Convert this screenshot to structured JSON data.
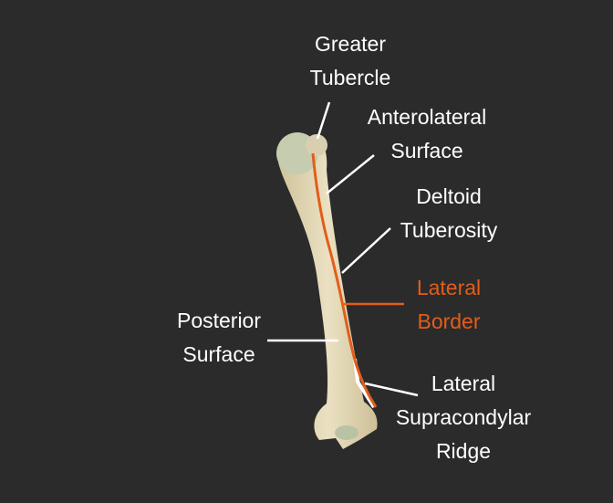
{
  "title": "Humerus - Lateral Border",
  "colors": {
    "background": "#2b2b2b",
    "bone": "#e3d9b8",
    "cartilage": "#c5ccb0",
    "highlight": "#e35d1b",
    "label": "#ffffff"
  },
  "labels": {
    "greater_tubercle": [
      "Greater",
      "Tubercle"
    ],
    "anterolateral_surface": [
      "Anterolateral",
      "Surface"
    ],
    "deltoid_tuberosity": [
      "Deltoid",
      "Tuberosity"
    ],
    "lateral_border": [
      "Lateral",
      "Border"
    ],
    "posterior_surface": [
      "Posterior",
      "Surface"
    ],
    "lateral_supracondylar_ridge": [
      "Lateral",
      "Supracondylar",
      "Ridge"
    ]
  }
}
